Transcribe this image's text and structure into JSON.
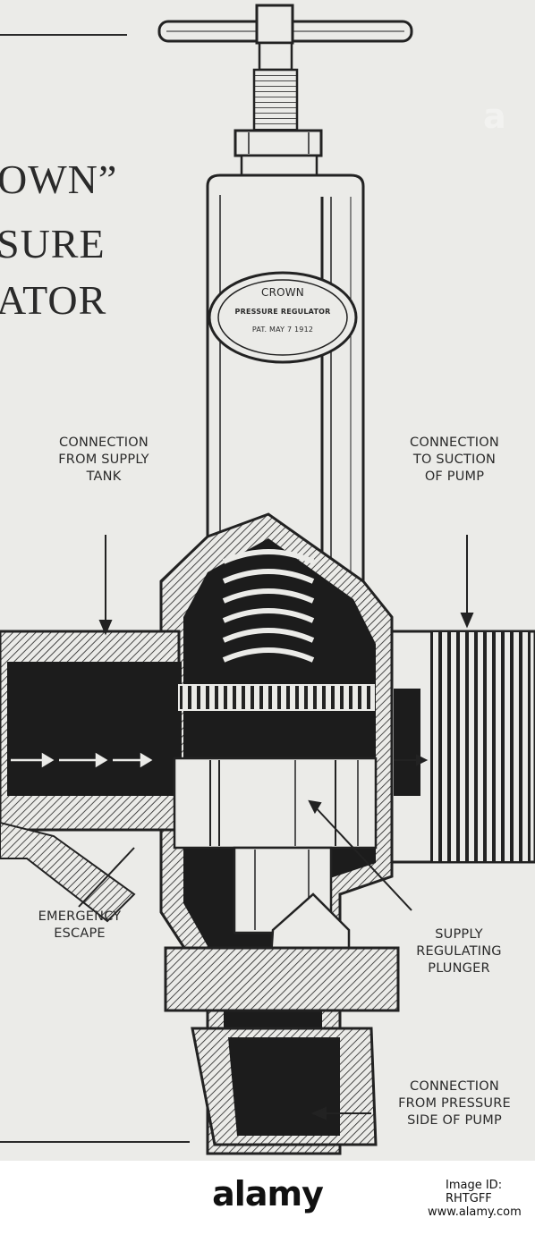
{
  "title": {
    "line1": "OWN”",
    "line2": "SURE",
    "line3": "ATOR"
  },
  "nameplate": {
    "brand": "CROWN",
    "product": "PRESSURE REGULATOR",
    "patent": "PAT. MAY 7 1912"
  },
  "labels": {
    "supply_tank": [
      "CONNECTION",
      "FROM SUPPLY",
      "TANK"
    ],
    "suction": [
      "CONNECTION",
      "TO SUCTION",
      "OF PUMP"
    ],
    "emergency": [
      "EMERGENCY",
      "ESCAPE"
    ],
    "plunger": [
      "SUPPLY",
      "REGULATING",
      "PLUNGER"
    ],
    "pressure": [
      "CONNECTION",
      "FROM PRESSURE",
      "SIDE OF PUMP"
    ]
  },
  "footer": {
    "logo": "alamy",
    "image_id": "Image ID: RHTGFF",
    "site": "www.alamy.com"
  },
  "colors": {
    "ink": "#222222",
    "paper": "#ebebe8"
  }
}
